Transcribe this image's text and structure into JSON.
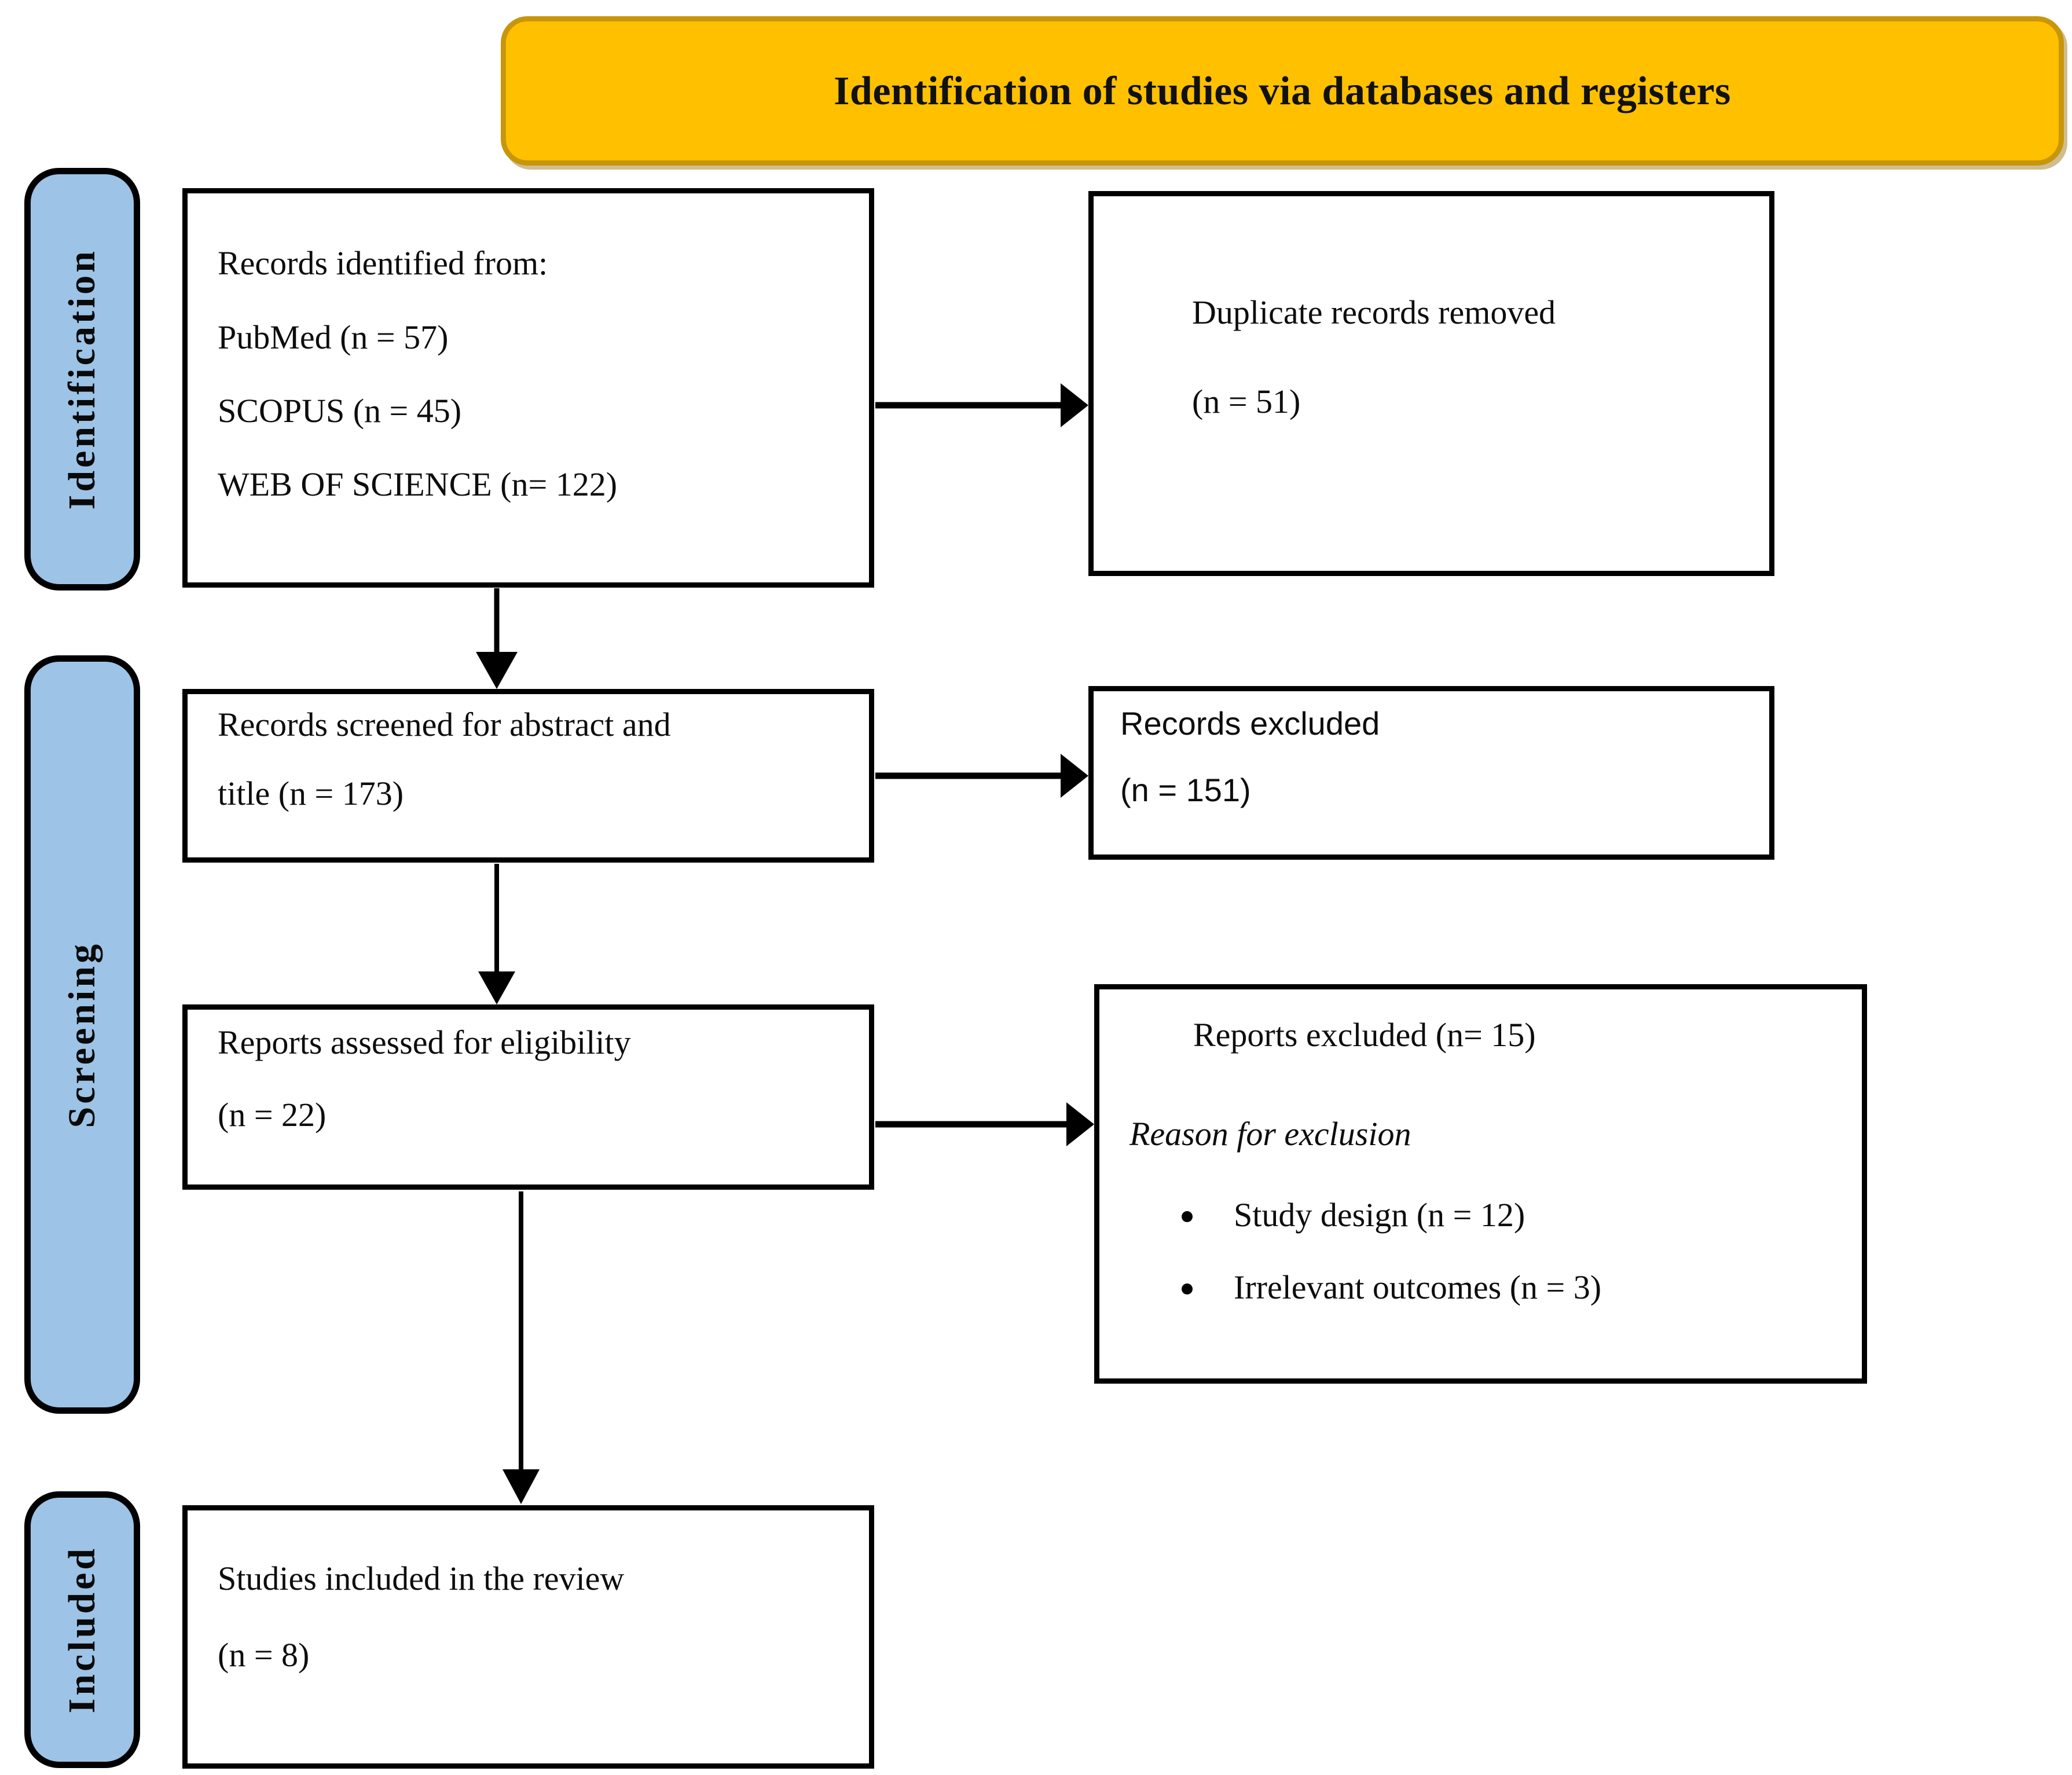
{
  "header": {
    "title": "Identification of studies via databases and registers",
    "background_color": "#FFC000",
    "border_color": "#C8960C"
  },
  "stages": {
    "pill_color": "#9DC3E6",
    "items": [
      {
        "id": "identification",
        "label": "Identification"
      },
      {
        "id": "screening",
        "label": "Screening"
      },
      {
        "id": "included",
        "label": "Included"
      }
    ]
  },
  "boxes": {
    "identified": {
      "lines": [
        "Records identified from:",
        "PubMed (n = 57)",
        "SCOPUS (n = 45)",
        "WEB OF SCIENCE (n= 122)"
      ]
    },
    "duplicates": {
      "lines": [
        "Duplicate records removed",
        "(n = 51)"
      ]
    },
    "screened": {
      "lines": [
        "Records screened for abstract and",
        "title (n = 173)"
      ]
    },
    "records_excluded": {
      "lines": [
        "Records excluded",
        "(n = 151)"
      ]
    },
    "eligibility": {
      "lines": [
        "Reports assessed for eligibility",
        "(n = 22)"
      ]
    },
    "reports_excluded": {
      "heading": "Reports excluded (n= 15)",
      "reason_label": "Reason for exclusion",
      "reasons": [
        "Study design (n = 12)",
        "Irrelevant outcomes (n = 3)"
      ]
    },
    "included": {
      "lines": [
        "Studies included in the review",
        "(n = 8)"
      ]
    }
  },
  "connectors": [
    {
      "id": "identified-to-duplicates",
      "direction": "right"
    },
    {
      "id": "identified-to-screened",
      "direction": "down"
    },
    {
      "id": "screened-to-excluded",
      "direction": "right"
    },
    {
      "id": "screened-to-eligibility",
      "direction": "down"
    },
    {
      "id": "eligibility-to-reports",
      "direction": "right"
    },
    {
      "id": "eligibility-to-included",
      "direction": "down"
    }
  ]
}
